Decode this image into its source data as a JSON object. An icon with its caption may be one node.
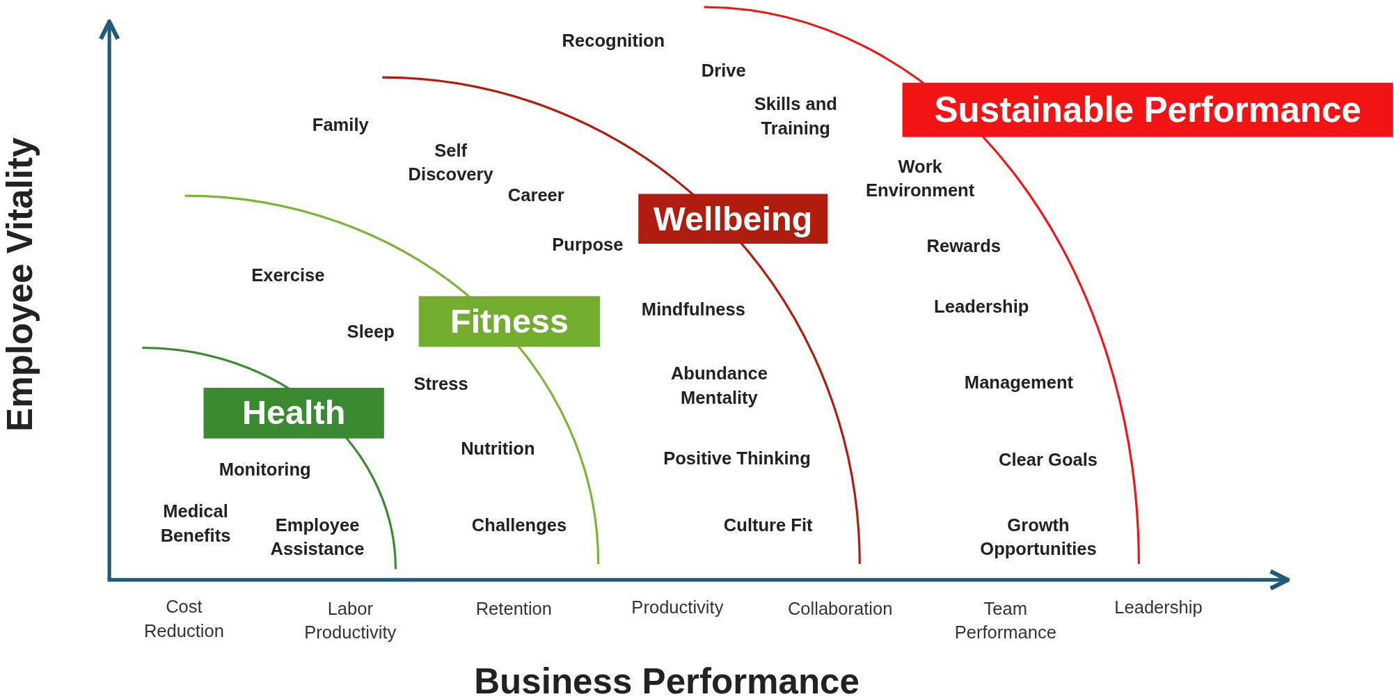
{
  "diagram": {
    "nodes": [
      {
        "text": [
          "Health"
        ]
      },
      {
        "text": [
          "Fitness"
        ]
      },
      {
        "text": [
          "Wellbeing"
        ]
      },
      {
        "text": [
          "Sustainable Performance"
        ]
      }
    ],
    "labels": [
      "Recognition",
      "Drive",
      "Skills and Training",
      "Family",
      "Self Discovery",
      "Career",
      "Work Environment",
      "Purpose",
      "Rewards",
      "Exercise",
      "Mindfulness",
      "Leadership",
      "Sleep",
      "Abundance Mentality",
      "Stress",
      "Management",
      "Monitoring",
      "Nutrition",
      "Positive Thinking",
      "Clear Goals",
      "Medical Benefits",
      "Employee Assistance",
      "Challenges",
      "Culture Fit",
      "Growth Opportunities",
      "Cost Reduction",
      "Labor Productivity",
      "Retention",
      "Productivity",
      "Collaboration",
      "Team Performance",
      "Leadership",
      "Employee Vitality",
      "Business Performance"
    ]
  }
}
